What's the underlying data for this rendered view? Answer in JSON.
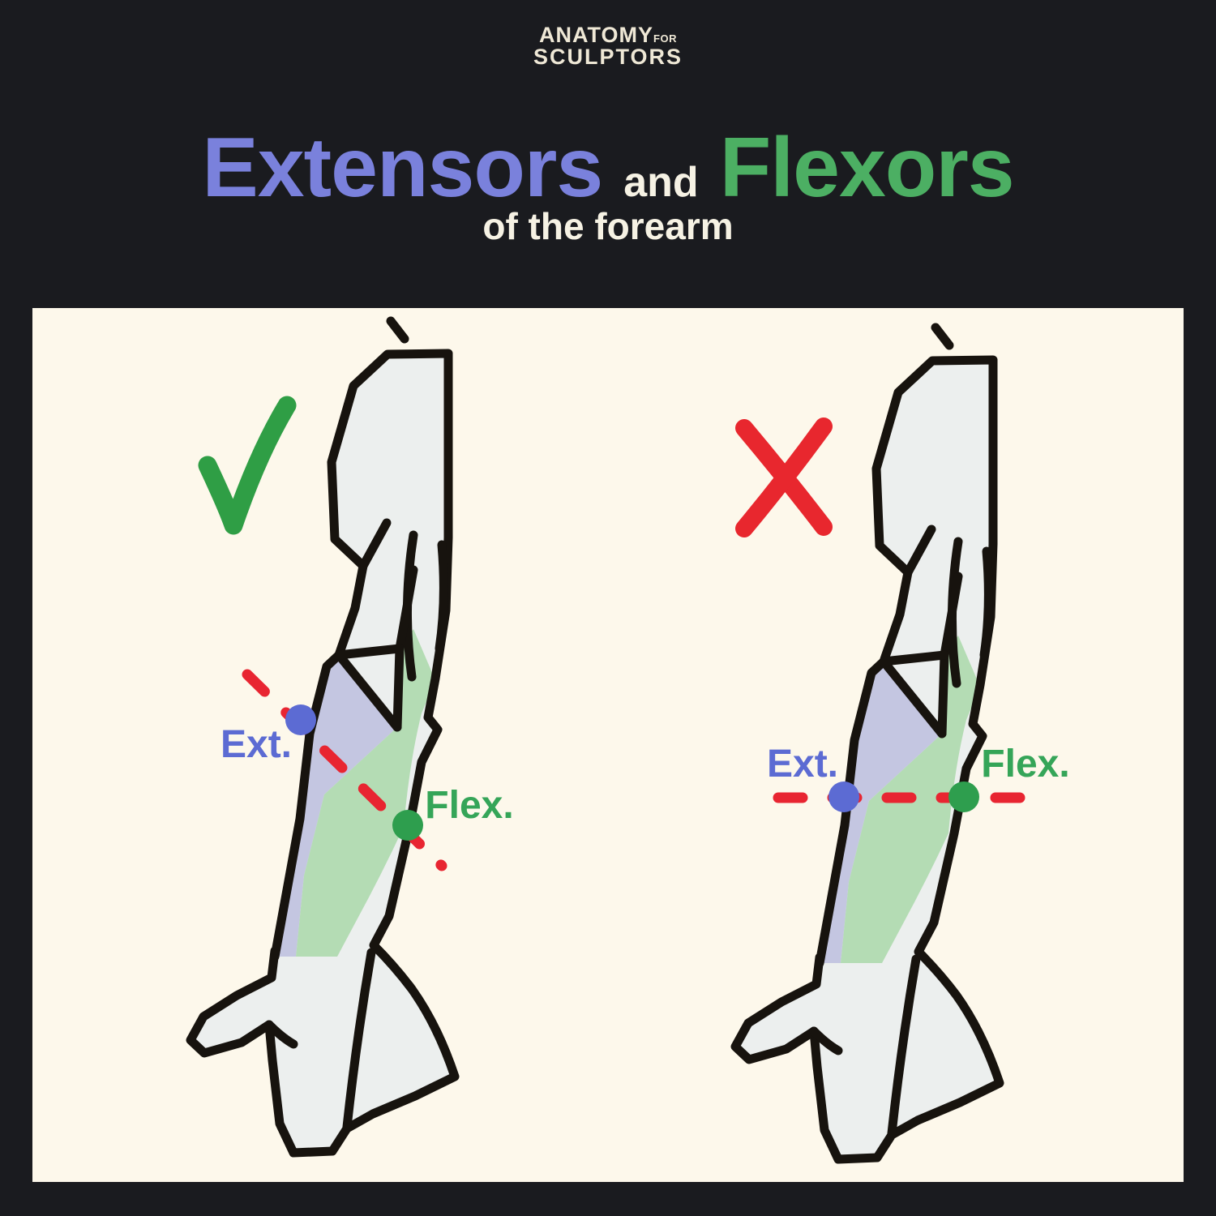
{
  "brand": {
    "anatomy": "ANATOMY",
    "for": "FOR",
    "sculptors": "SCULPTORS"
  },
  "title": {
    "extensors": "Extensors",
    "and": "and",
    "flexors": "Flexors",
    "subtitle": "of the forearm"
  },
  "figures": {
    "left": {
      "meaning": "correct",
      "ext_label": "Ext.",
      "flex_label": "Flex."
    },
    "right": {
      "meaning": "incorrect",
      "ext_label": "Ext.",
      "flex_label": "Flex."
    }
  },
  "colors": {
    "background": "#1a1b1f",
    "panel": "#fdf8eb",
    "title_extensors": "#7a81dc",
    "title_flexors": "#4caf63",
    "light_text": "#f6f2e4",
    "arm_fill": "#ecefee",
    "outline": "#17130e",
    "extensor_band": "#c4c6e1",
    "flexor_band": "#b4dcb4",
    "ext_accent": "#5c6bd3",
    "flex_accent": "#35a558",
    "flex_dot": "#2e9e4e",
    "guide_red": "#e82531",
    "check_green": "#2f9e45",
    "cross_red": "#e8272e"
  }
}
